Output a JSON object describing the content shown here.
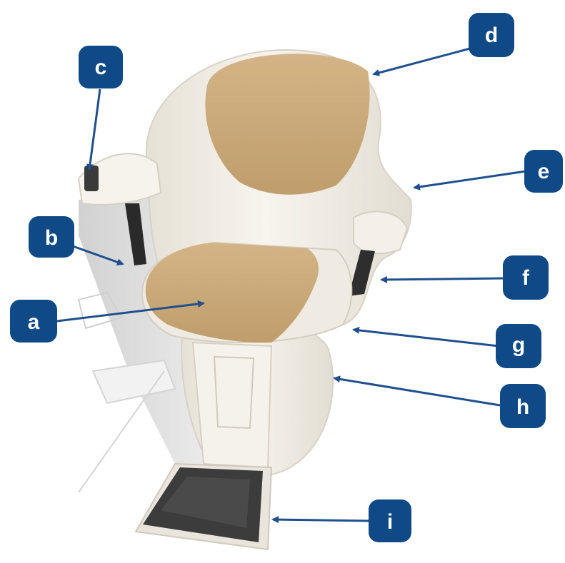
{
  "diagram": {
    "subject": "stairlift",
    "labels": [
      {
        "id": "a",
        "text": "a",
        "part": "seat-cushion"
      },
      {
        "id": "b",
        "text": "b",
        "part": "seat-belt"
      },
      {
        "id": "c",
        "text": "c",
        "part": "armrest-control"
      },
      {
        "id": "d",
        "text": "d",
        "part": "backrest"
      },
      {
        "id": "e",
        "text": "e",
        "part": "armrest"
      },
      {
        "id": "f",
        "text": "f",
        "part": "swivel-lever"
      },
      {
        "id": "g",
        "text": "g",
        "part": "seat-base"
      },
      {
        "id": "h",
        "text": "h",
        "part": "carriage-housing"
      },
      {
        "id": "i",
        "text": "i",
        "part": "footrest"
      }
    ],
    "colors": {
      "badge": "#0f4a86",
      "arrow": "#1f4f8c",
      "cushion": "#c9a878",
      "shell": "#f1ede4",
      "footrest": "#3c3c3c",
      "rail": "#dcdcdc"
    }
  }
}
